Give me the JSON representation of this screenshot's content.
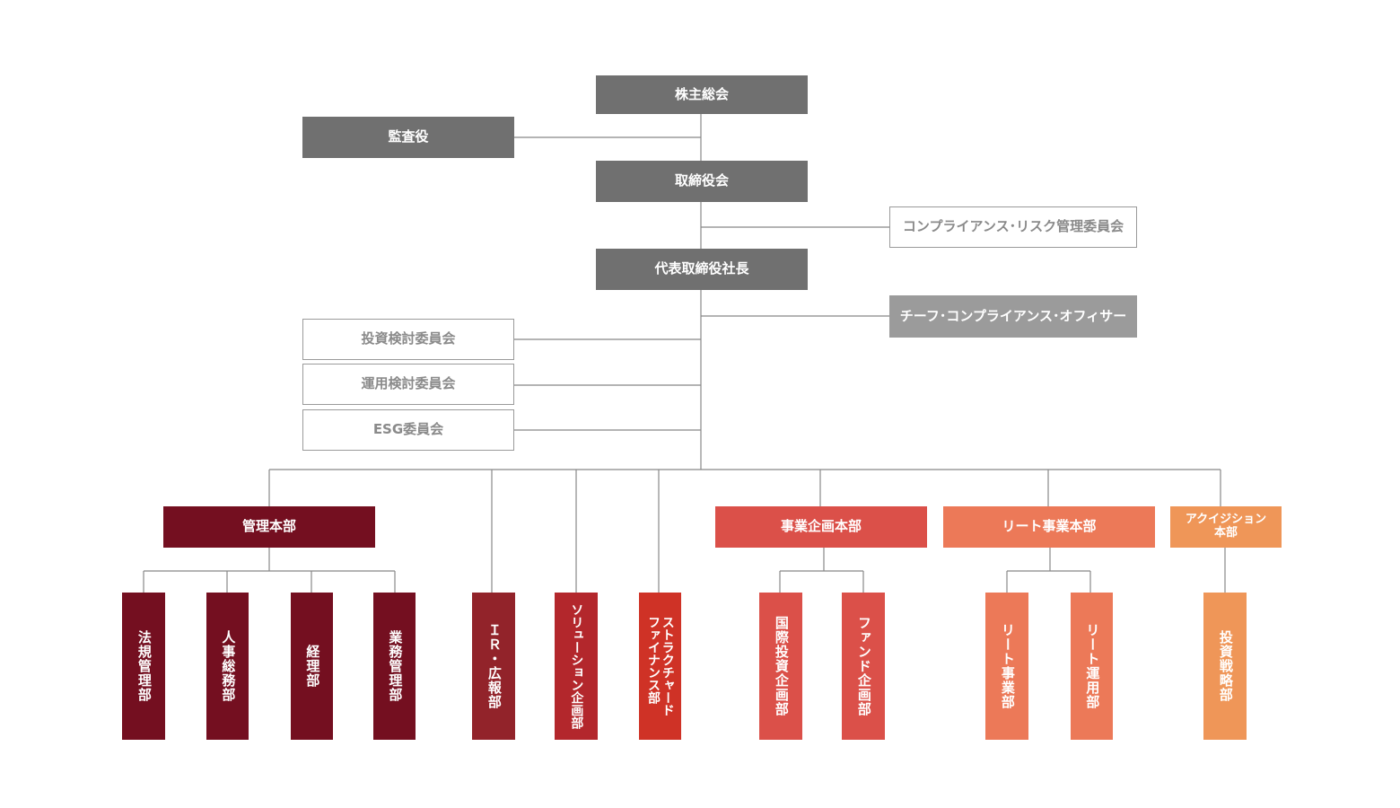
{
  "top": {
    "shareholders": "株主総会",
    "auditor": "監査役",
    "board": "取締役会",
    "compliance_committee": "コンプライアンス･リスク管理委員会",
    "president": "代表取締役社長",
    "cco": "チーフ･コンプライアンス･オフィサー"
  },
  "committees": {
    "investment_review": "投資検討委員会",
    "operation_review": "運用検討委員会",
    "esg": "ESG委員会"
  },
  "divisions": {
    "admin": "管理本部",
    "business_planning": "事業企画本部",
    "reit_business": "リート事業本部",
    "acquisition_line1": "アクイジション",
    "acquisition_line2": "本部"
  },
  "departments": {
    "legal": "法規管理部",
    "hr": "人事総務部",
    "accounting": "経理部",
    "operations": "業務管理部",
    "ir": "ＩＲ・広報部",
    "solution": "ソリューション企画部",
    "structured_line1": "ストラクチャード",
    "structured_line2": "ファイナンス部",
    "international": "国際投資企画部",
    "fund": "ファンド企画部",
    "reit_biz": "リート事業部",
    "reit_ops": "リート運用部",
    "investment_strategy": "投資戦略部"
  },
  "colors": {
    "dark_gray": "#707070",
    "mid_gray": "#9b9b9b",
    "admin": "#740f20",
    "ir": "#92232a",
    "solution": "#b3272c",
    "structured": "#cf3226",
    "business_planning": "#db5049",
    "reit": "#ec7958",
    "acquisition": "#ef9658",
    "line": "#888888"
  }
}
